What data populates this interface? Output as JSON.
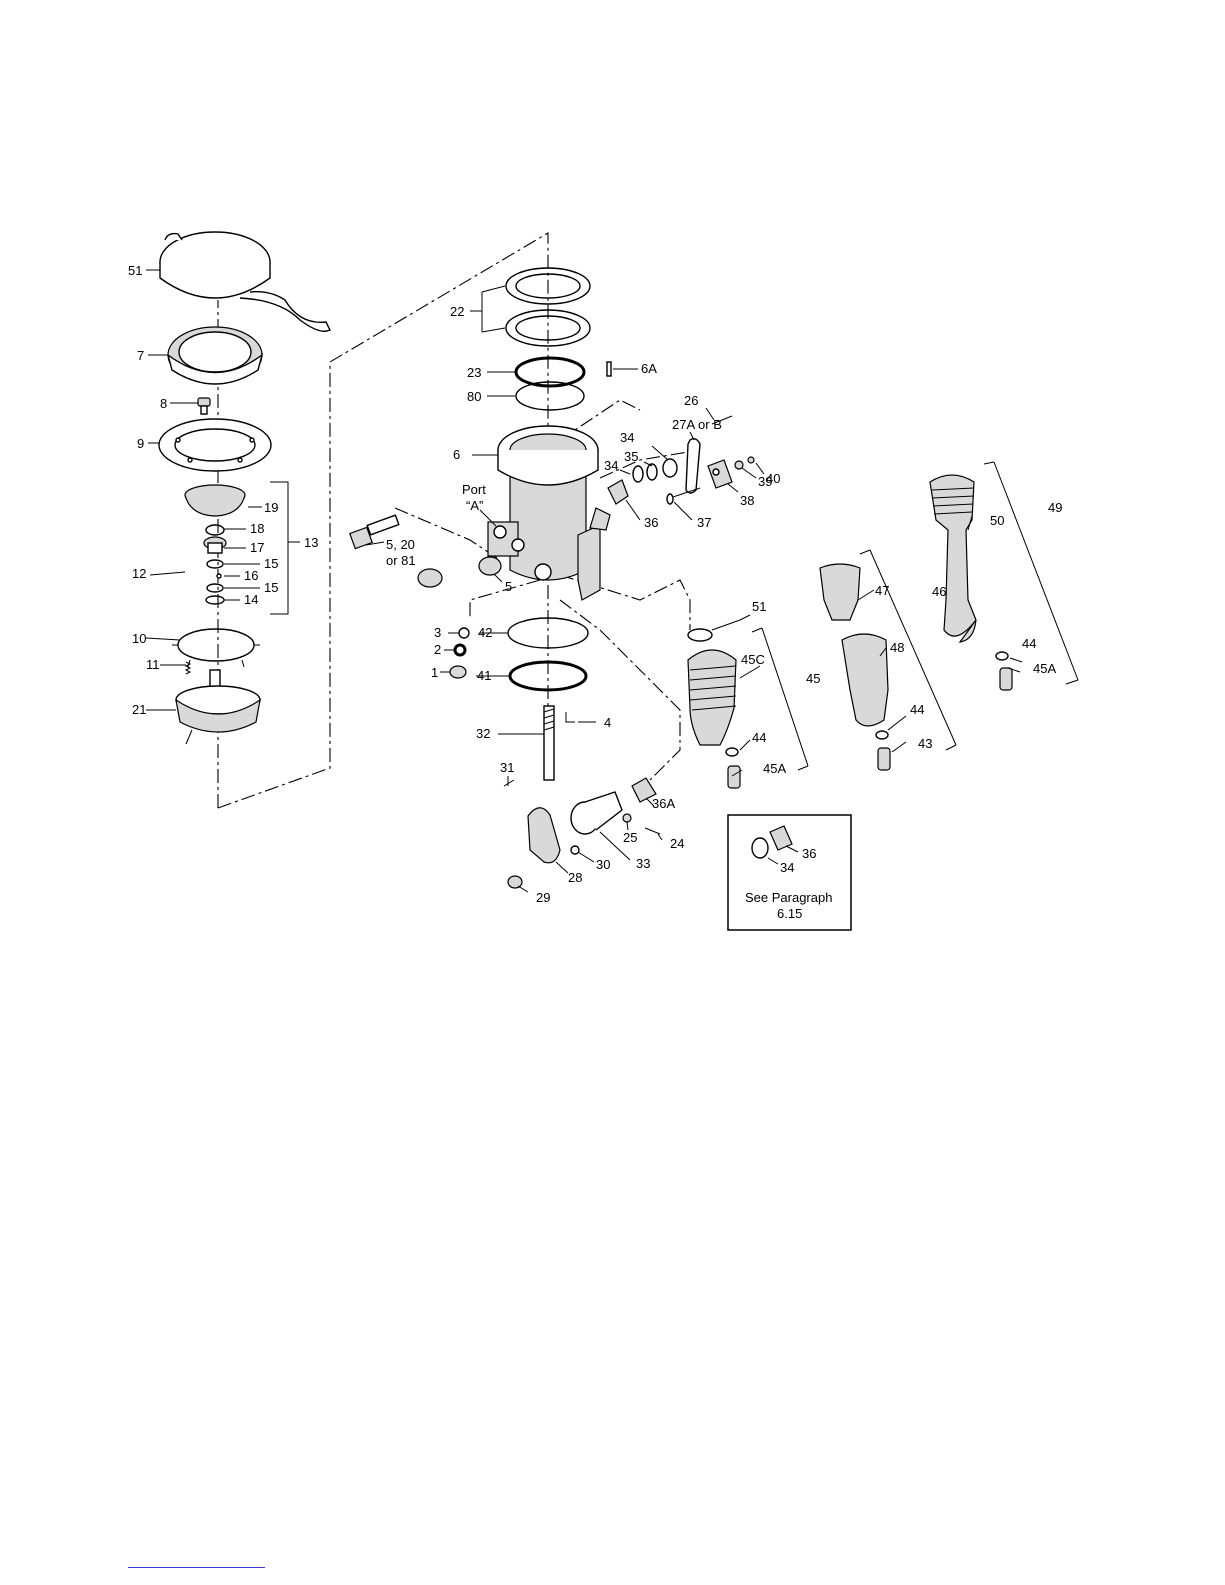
{
  "labels": {
    "p51a": "51",
    "p7": "7",
    "p8": "8",
    "p9": "9",
    "p19": "19",
    "p13": "13",
    "p18": "18",
    "p17": "17",
    "p12": "12",
    "p15a": "15",
    "p16": "16",
    "p15b": "15",
    "p14": "14",
    "p10": "10",
    "p11": "11",
    "p21": "21",
    "p22": "22",
    "p23": "23",
    "p6A": "6A",
    "p80": "80",
    "p26": "26",
    "p27": "27A or B",
    "p34a": "34",
    "p35": "35",
    "p6": "6",
    "p40": "40",
    "p39": "39",
    "p34b": "34",
    "p38": "38",
    "p36": "36",
    "p37": "37",
    "port1": "Port",
    "port2": "“A”",
    "p5_20_1": "5, 20",
    "p5_20_2": "or 81",
    "p5": "5",
    "p49": "49",
    "p50": "50",
    "p47": "47",
    "p46": "46",
    "p51b": "51",
    "p3": "3",
    "p42": "42",
    "p2": "2",
    "p1": "1",
    "p41": "41",
    "p45C": "45C",
    "p45": "45",
    "p48": "48",
    "p44a": "44",
    "p45Aa": "45A",
    "p4": "4",
    "p32": "32",
    "p44b": "44",
    "p44c": "44",
    "p43": "43",
    "p45Ab": "45A",
    "p31": "31",
    "p36A": "36A",
    "p25": "25",
    "p24": "24",
    "p28": "28",
    "p30": "30",
    "p33": "33",
    "p29": "29"
  },
  "inset": {
    "label_36": "36",
    "label_34": "34",
    "note_line1": "See Paragraph",
    "note_line2": "6.15"
  }
}
